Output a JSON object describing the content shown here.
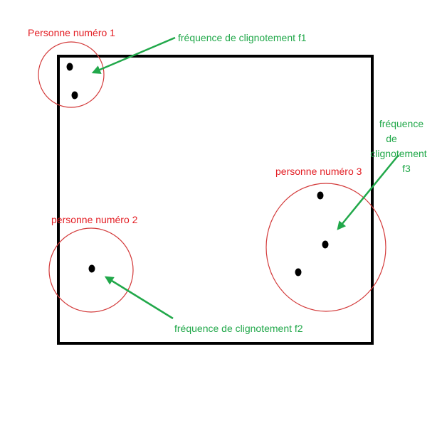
{
  "labels": {
    "person1": "Personne numéro 1",
    "person2": "personne numéro 2",
    "person3": "personne numéro 3",
    "freq1": "fréquence de clignotement f1",
    "freq2": "fréquence de clignotement f2",
    "freq3_lines": [
      "fréquence",
      "de",
      "clignotement",
      "f3"
    ]
  },
  "colors": {
    "frame": "#000000",
    "person_circle": "#d33a3a",
    "person_text": "#e31e24",
    "arrow": "#21a84a",
    "freq_text": "#21a84a",
    "dot": "#000000"
  }
}
